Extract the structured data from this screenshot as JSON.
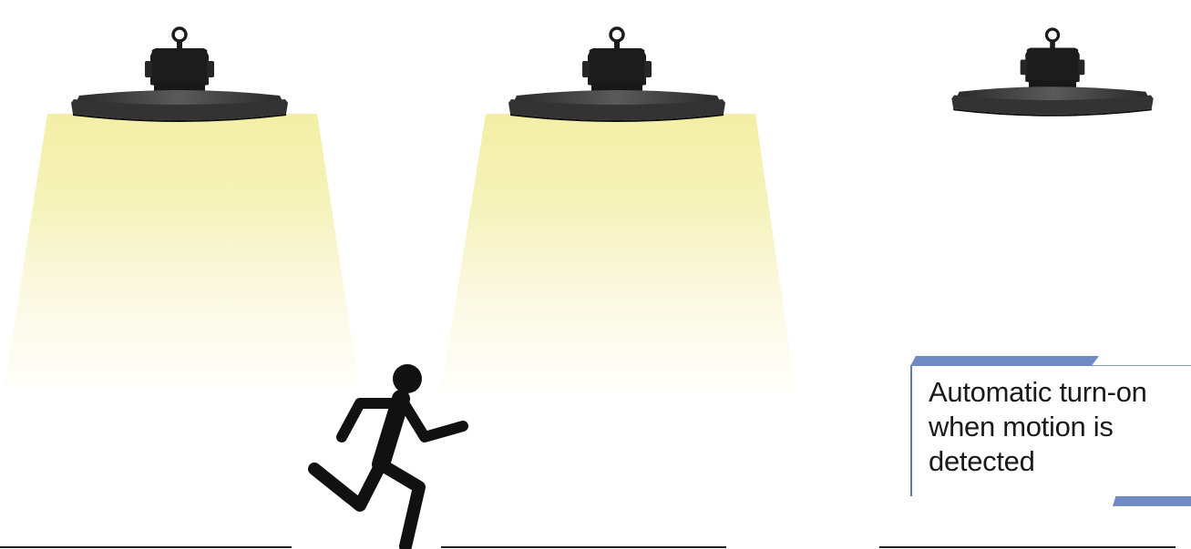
{
  "caption": {
    "text": "Automatic turn-on when motion is detected"
  },
  "colors": {
    "beam": "#f2eea0",
    "fixture": "#1c1c1c",
    "caption_accent": "#6f8ac4",
    "floor_line": "#222222",
    "person": "#111111"
  },
  "lamps": [
    {
      "state": "on"
    },
    {
      "state": "on"
    },
    {
      "state": "off"
    }
  ],
  "icons": [
    "high-bay-lamp-icon",
    "running-person-icon"
  ]
}
